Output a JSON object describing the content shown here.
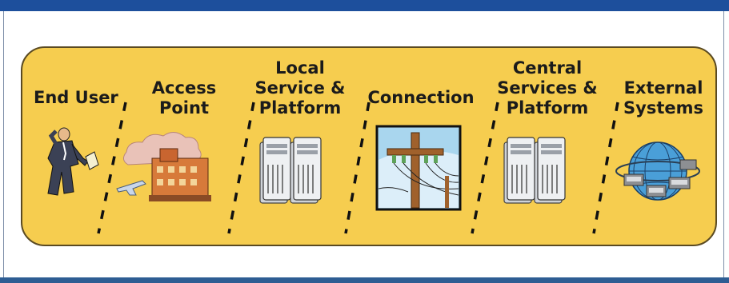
{
  "stages": [
    {
      "name": "End User",
      "icon": "businessman-icon"
    },
    {
      "name": "Access\nPoint",
      "icon": "building-airplane-icon"
    },
    {
      "name": "Local\nService &\nPlatform",
      "icon": "servers-icon"
    },
    {
      "name": "Connection",
      "icon": "utility-pole-icon"
    },
    {
      "name": "Central\nServices &\nPlatform",
      "icon": "servers-icon"
    },
    {
      "name": "External\nSystems",
      "icon": "globe-network-icon"
    }
  ],
  "colors": {
    "panel": "#f6cd4f",
    "header_bar": "#1d4f9c",
    "panel_border": "#5a4a22"
  }
}
